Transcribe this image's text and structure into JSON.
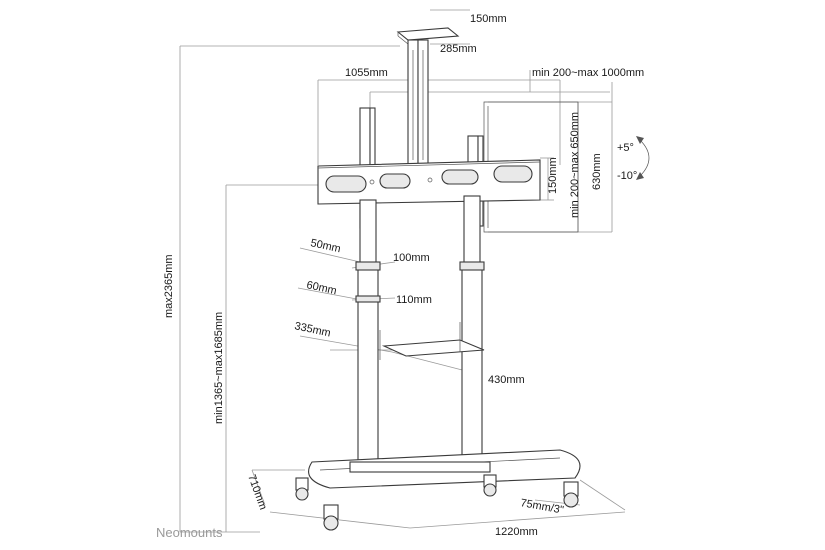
{
  "brand": "Neomounts",
  "labels": {
    "top_width": "150mm",
    "top_depth": "285mm",
    "bracket_width": "1055mm",
    "vesa_horizontal": "min 200~max 1000mm",
    "vesa_vertical": "min 200~max 650mm",
    "bracket_height": "150mm",
    "rail_height": "630mm",
    "tilt_up": "+5°",
    "tilt_down": "-10°",
    "upper_clamp_depth": "50mm",
    "upper_clamp_width": "100mm",
    "lower_clamp_depth": "60mm",
    "lower_clamp_width": "110mm",
    "shelf_depth": "335mm",
    "shelf_width": "430mm",
    "max_height": "max2365mm",
    "height_range": "min1365~max1685mm",
    "base_depth": "710mm",
    "caster": "75mm/3\"",
    "base_width": "1220mm"
  },
  "colors": {
    "line": "#3a3a3a",
    "dimension": "#9a9a9a",
    "brand": "#9a9a9a"
  }
}
